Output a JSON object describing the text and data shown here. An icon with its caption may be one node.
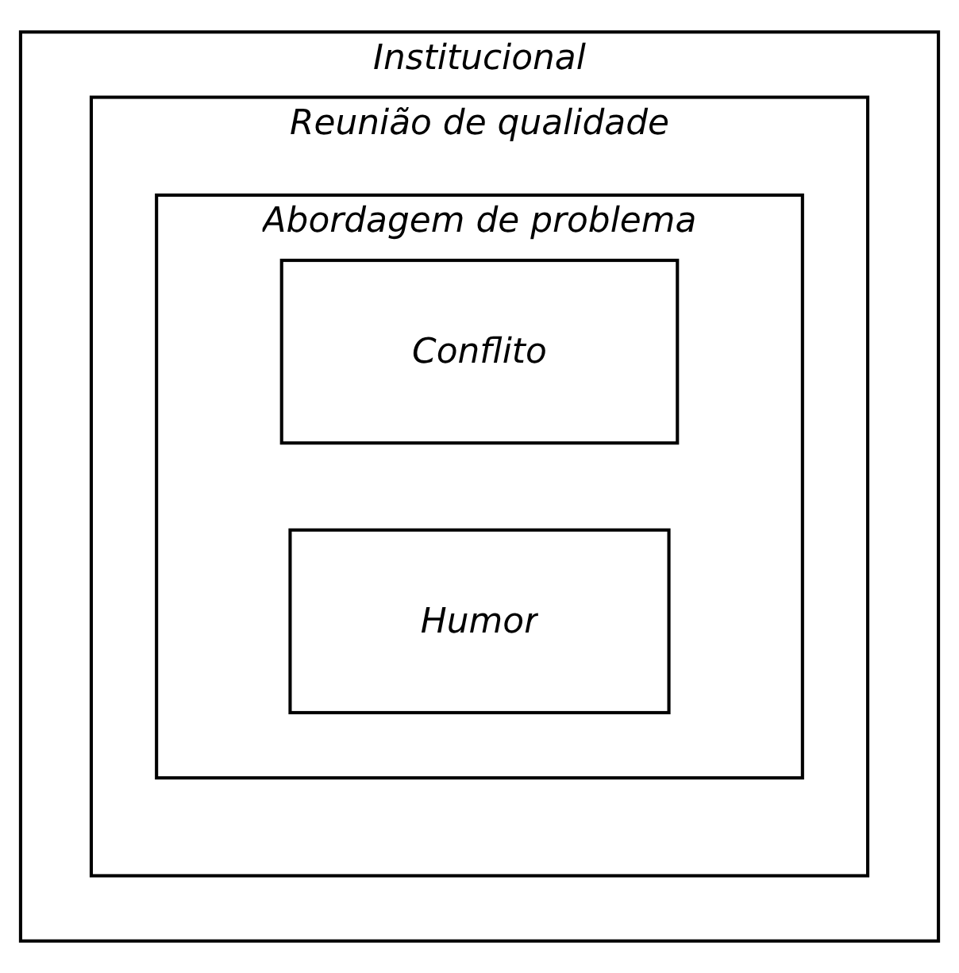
{
  "diagram": {
    "nodes": [
      {
        "text": [
          "Institucional"
        ]
      },
      {
        "text": [
          "Reunião de qualidade"
        ],
        "in": 0
      },
      {
        "text": [
          "Abordagem de problema"
        ],
        "in": 1
      },
      {
        "text": [
          "Conflito"
        ],
        "in": 2
      },
      {
        "text": [
          "Humor"
        ],
        "in": 2
      }
    ]
  }
}
